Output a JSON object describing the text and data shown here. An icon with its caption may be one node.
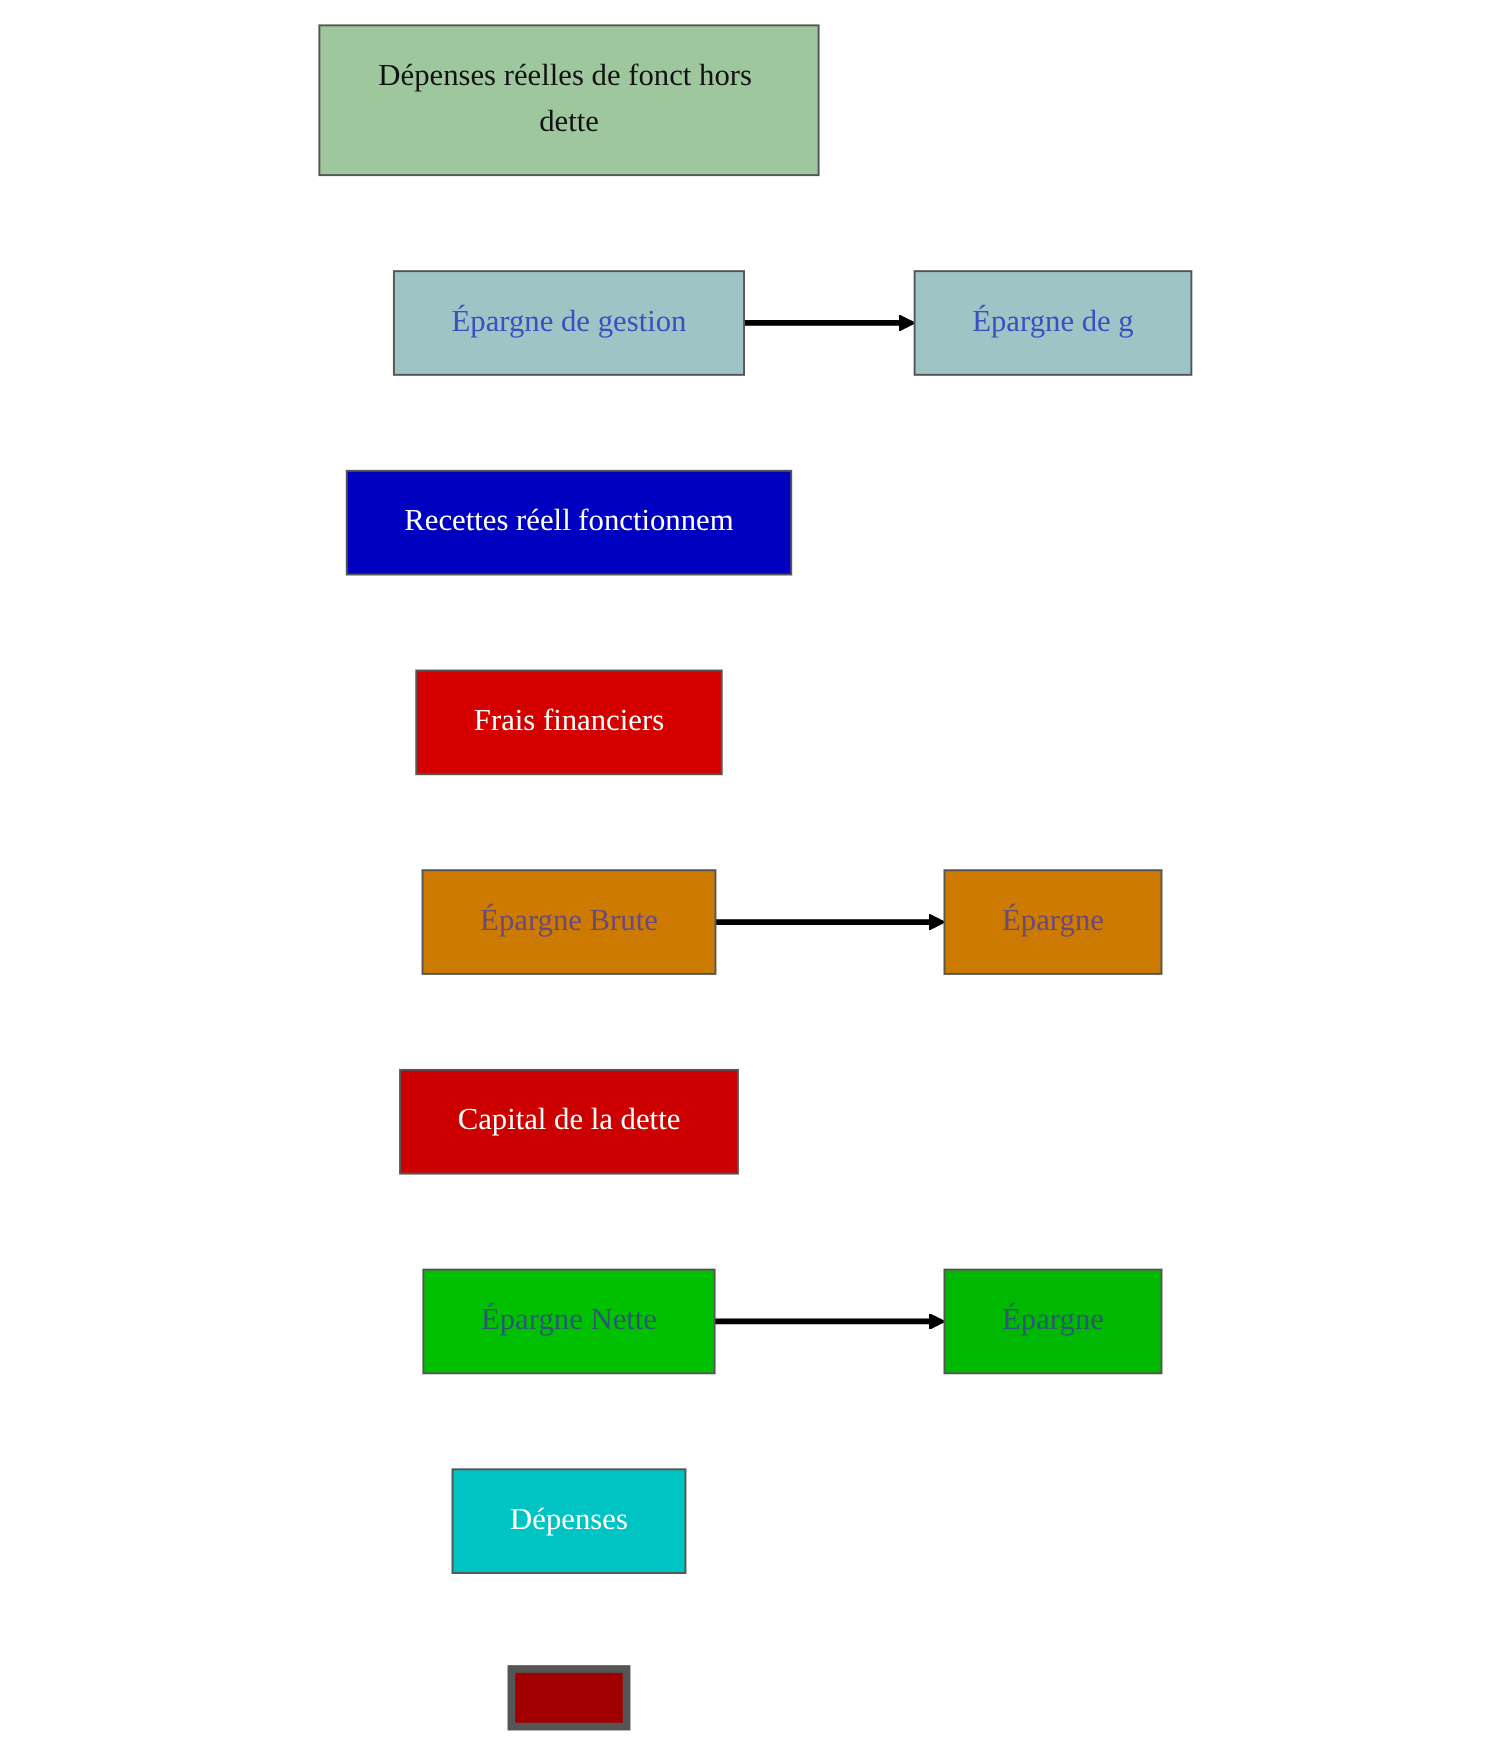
{
  "diagram": {
    "nodes": [
      {
        "text": [
          "Dépenses réelles de fonct hors dette"
        ]
      },
      {
        "text": [
          "Épargne de gestion"
        ]
      },
      {
        "text": [
          "Recettes réell fonctionnem"
        ]
      },
      {
        "text": [
          "Frais financiers"
        ]
      },
      {
        "text": [
          "Épargne Brute"
        ]
      },
      {
        "text": [
          "Épargne de g"
        ]
      },
      {
        "text": [
          "Capital de la dette"
        ]
      },
      {
        "text": [
          "Épargne Nette"
        ]
      },
      {
        "text": [
          "Épargne"
        ]
      },
      {
        "text": [
          "Dépenses"
        ]
      },
      {
        "text": [
          "Épargne"
        ]
      },
      {
        "text": [],
        "shape": "bar"
      }
    ],
    "edges": [
      {
        "from": 1,
        "to": 5,
        "arrow": "to"
      },
      {
        "from": 4,
        "to": 8,
        "arrow": "to"
      },
      {
        "from": 7,
        "to": 10,
        "arrow": "to"
      }
    ]
  }
}
